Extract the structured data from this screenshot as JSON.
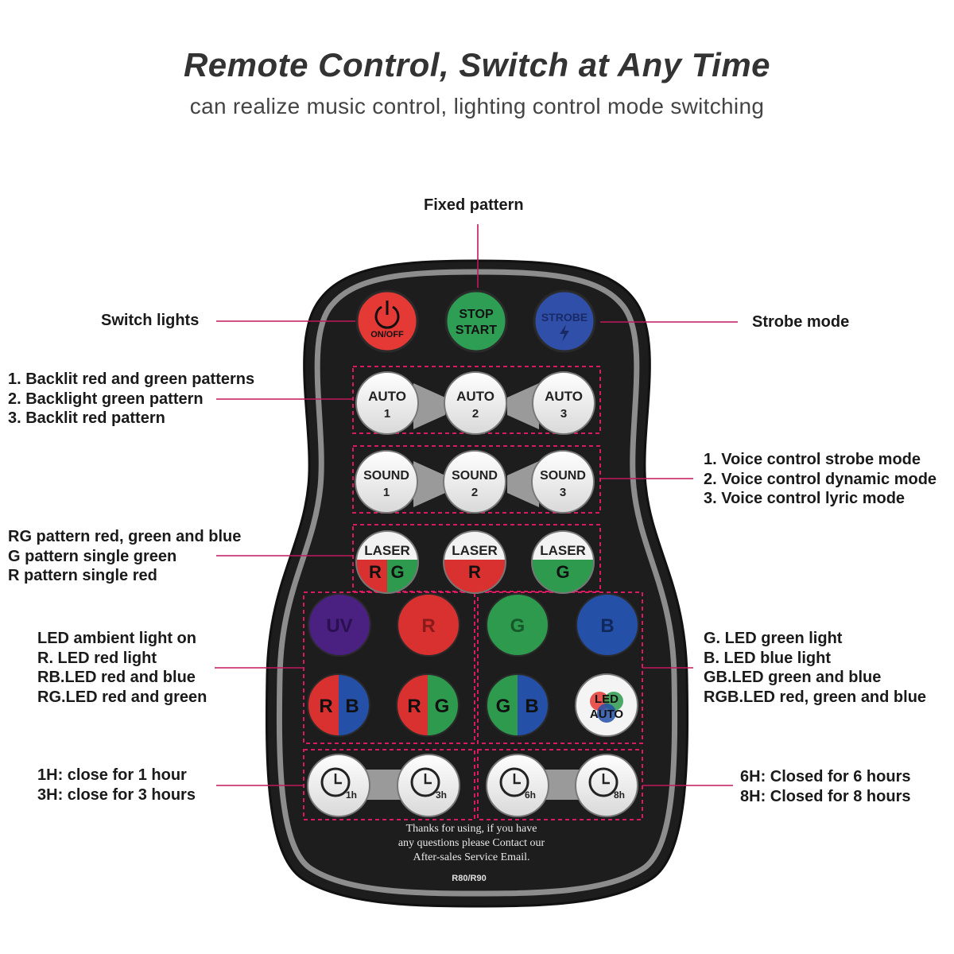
{
  "header": {
    "title": "Remote Control, Switch at Any Time",
    "subtitle": "can realize music control, lighting control mode switching"
  },
  "callouts": {
    "fixed_pattern": "Fixed pattern",
    "switch_lights": "Switch lights",
    "strobe_mode": "Strobe mode",
    "auto_lines": [
      "1. Backlit red and green patterns",
      "2. Backlight green pattern",
      "3. Backlit red pattern"
    ],
    "sound_lines": [
      "1. Voice control strobe mode",
      "2. Voice control dynamic mode",
      "3. Voice control lyric mode"
    ],
    "laser_lines": [
      "RG pattern red, green and blue",
      "G pattern single green",
      "R pattern single red"
    ],
    "led_left_lines": [
      "LED ambient light on",
      "R. LED red light",
      "RB.LED red and blue",
      "RG.LED red and green"
    ],
    "led_right_lines": [
      "G. LED green light",
      "B. LED blue light",
      "GB.LED green and blue",
      "RGB.LED red, green and blue"
    ],
    "timer_left_lines": [
      "1H: close for 1 hour",
      "3H: close for 3 hours"
    ],
    "timer_right_lines": [
      "6H: Closed for 6 hours",
      "8H: Closed for 8 hours"
    ]
  },
  "remote": {
    "top_buttons": {
      "power_label": "ON/OFF",
      "stop_label": "STOP",
      "start_label": "START",
      "strobe_label": "STROBE"
    },
    "auto_buttons": [
      {
        "word": "AUTO",
        "num": "1"
      },
      {
        "word": "AUTO",
        "num": "2"
      },
      {
        "word": "AUTO",
        "num": "3"
      }
    ],
    "sound_buttons": [
      {
        "word": "SOUND",
        "num": "1"
      },
      {
        "word": "SOUND",
        "num": "2"
      },
      {
        "word": "SOUND",
        "num": "3"
      }
    ],
    "laser_buttons": [
      {
        "word": "LASER",
        "letters": [
          "R",
          "G"
        ]
      },
      {
        "word": "LASER",
        "letters": [
          "R"
        ]
      },
      {
        "word": "LASER",
        "letters": [
          "G"
        ]
      }
    ],
    "led_buttons": {
      "uv": "UV",
      "r": "R",
      "g": "G",
      "b": "B",
      "rb": [
        "R",
        "B"
      ],
      "rg": [
        "R",
        "G"
      ],
      "gb": [
        "G",
        "B"
      ],
      "auto_top": "LED",
      "auto_bottom": "AUTO"
    },
    "timer_buttons": [
      "1h",
      "3h",
      "6h",
      "8h"
    ],
    "note_lines": [
      "Thanks for using, if you have",
      "any questions please Contact our",
      "After-sales Service Email."
    ],
    "model": "R80/R90"
  },
  "colors": {
    "callout_line": "#c2185b",
    "dashed_box": "#d81b60",
    "power_red": "#e53935",
    "stop_green": "#2e9e55",
    "strobe_blue": "#2f4fa8",
    "uv_purple": "#4a2080",
    "led_red": "#d93030",
    "led_green": "#2d9a4e",
    "led_blue": "#2450a8",
    "body_black": "#1d1d1d",
    "body_rim": "#8d8d8d"
  }
}
